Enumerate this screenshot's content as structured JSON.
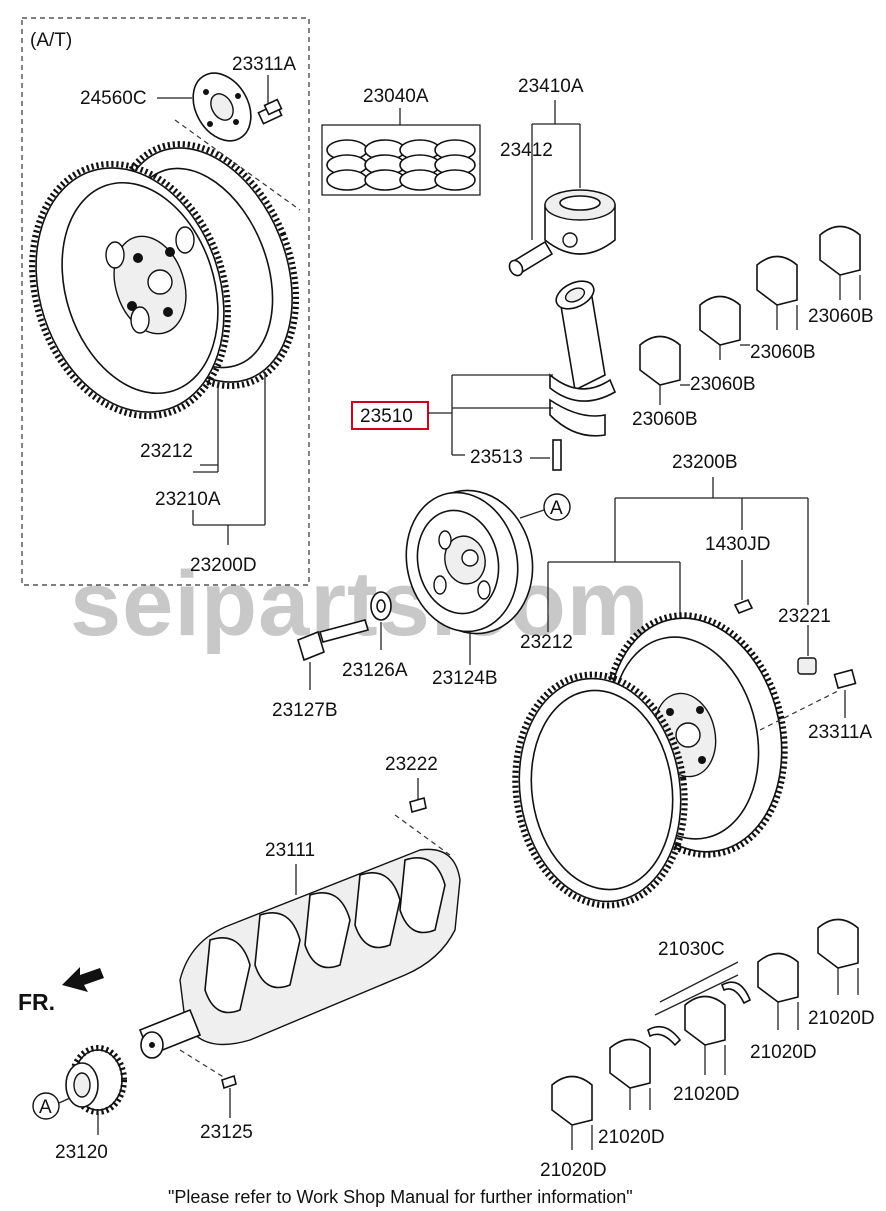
{
  "watermark": "seiparts.com",
  "at_label": "(A/T)",
  "front_label": "FR.",
  "callout_a": "A",
  "footer_note": "\"Please refer to Work Shop Manual for further information\"",
  "highlighted_part": "23510",
  "parts": {
    "p23311A_top": "23311A",
    "p24560C": "24560C",
    "p23212_left": "23212",
    "p23210A": "23210A",
    "p23200D": "23200D",
    "p23040A": "23040A",
    "p23410A": "23410A",
    "p23412": "23412",
    "p23510": "23510",
    "p23513": "23513",
    "p23060B_1": "23060B",
    "p23060B_2": "23060B",
    "p23060B_3": "23060B",
    "p23060B_4": "23060B",
    "p23200B": "23200B",
    "p1430JD": "1430JD",
    "p23221": "23221",
    "p23212_right": "23212",
    "p23311A_right": "23311A",
    "p23126A": "23126A",
    "p23124B": "23124B",
    "p23127B": "23127B",
    "p23222": "23222",
    "p23111": "23111",
    "p21030C": "21030C",
    "p21020D_1": "21020D",
    "p21020D_2": "21020D",
    "p21020D_3": "21020D",
    "p21020D_4": "21020D",
    "p21020D_5": "21020D",
    "p23120": "23120",
    "p23125": "23125"
  }
}
